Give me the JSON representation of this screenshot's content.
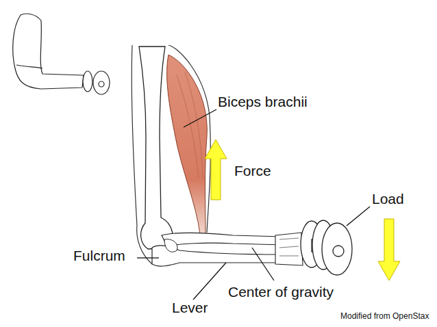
{
  "diagram": {
    "labels": [
      "Biceps brachii",
      "Force",
      "Load",
      "Fulcrum",
      "Center of gravity",
      "Lever",
      "Modified from OpenStax"
    ]
  }
}
